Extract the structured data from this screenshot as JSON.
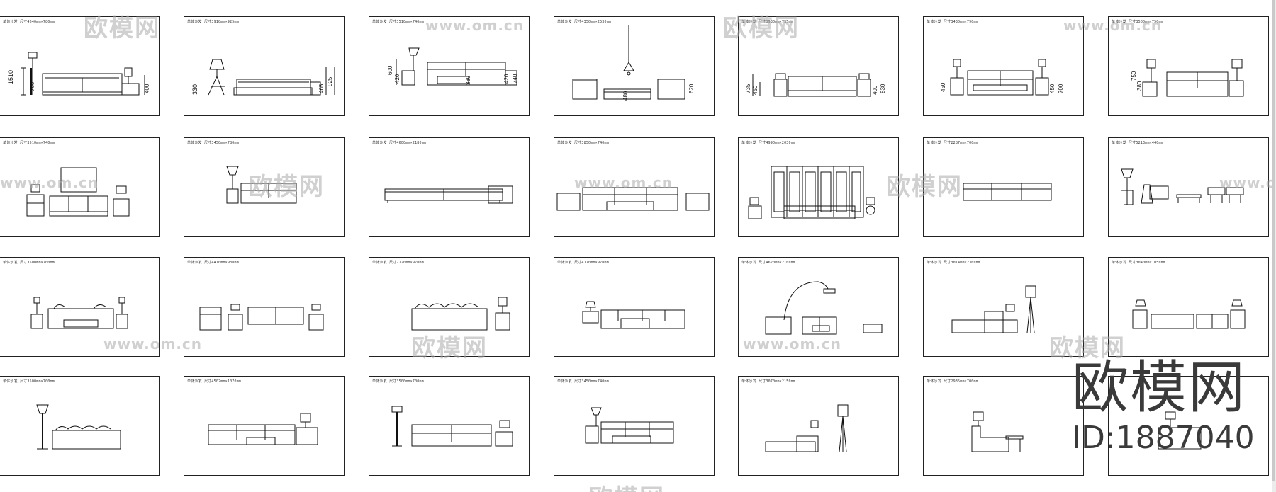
{
  "sheets": [
    {
      "caption": "单体沙发  尺寸4640mm×780mm"
    },
    {
      "caption": "单体沙发  尺寸3910mm×925mm"
    },
    {
      "caption": "单体沙发  尺寸3510mm×740mm"
    },
    {
      "caption": "单体沙发  尺寸4350mm×2530mm"
    },
    {
      "caption": "单体沙发  尺寸3930mm×735mm"
    },
    {
      "caption": "单体沙发  尺寸3430mm×790mm"
    },
    {
      "caption": "单体沙发  尺寸3500mm×750mm"
    },
    {
      "caption": "单体沙发  尺寸3510mm×740mm"
    },
    {
      "caption": "单体沙发  尺寸3450mm×780mm"
    },
    {
      "caption": "单体沙发  尺寸4600mm×2180mm"
    },
    {
      "caption": "单体沙发  尺寸3850mm×740mm"
    },
    {
      "caption": "单体沙发  尺寸4990mm×2030mm"
    },
    {
      "caption": "单体沙发  尺寸2287mm×700mm"
    },
    {
      "caption": "单体沙发  尺寸5213mm×440mm"
    },
    {
      "caption": "单体沙发  尺寸3500mm×700mm"
    },
    {
      "caption": "单体沙发  尺寸4410mm×930mm"
    },
    {
      "caption": "单体沙发  尺寸2720mm×970mm"
    },
    {
      "caption": "单体沙发  尺寸4170mm×970mm"
    },
    {
      "caption": "单体沙发  尺寸4620mm×2100mm"
    },
    {
      "caption": "单体沙发  尺寸3014mm×2360mm"
    },
    {
      "caption": "单体沙发  尺寸3040mm×1050mm"
    },
    {
      "caption": "单体沙发  尺寸3500mm×700mm"
    },
    {
      "caption": "单体沙发  尺寸4502mm×1070mm"
    },
    {
      "caption": "单体沙发  尺寸3500mm×700mm"
    },
    {
      "caption": "单体沙发  尺寸3450mm×740mm"
    },
    {
      "caption": "单体沙发  尺寸3070mm×2150mm"
    },
    {
      "caption": "单体沙发  尺寸2935mm×700mm"
    }
  ],
  "dims": {
    "s1": [
      "1510",
      "760",
      "400"
    ],
    "s2": [
      "330",
      "465",
      "925"
    ],
    "s3": [
      "600",
      "420",
      "380",
      "420",
      "740"
    ],
    "s4": [
      "480",
      "620"
    ],
    "s5": [
      "735",
      "450",
      "400",
      "830"
    ],
    "s6": [
      "450",
      "450",
      "700"
    ],
    "s7": [
      "750",
      "380"
    ]
  },
  "watermark": {
    "brand_cn": "欧模网",
    "url": "www.om.cn"
  },
  "brand": {
    "name": "欧模网",
    "id": "ID:1887040"
  }
}
